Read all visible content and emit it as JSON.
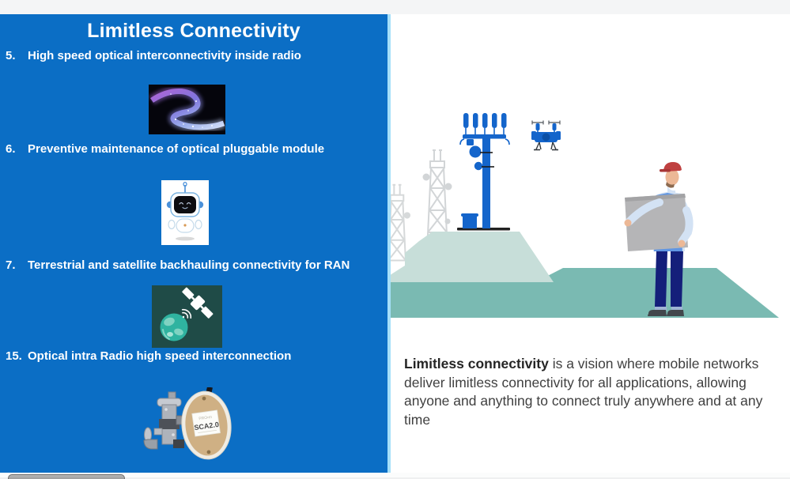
{
  "left_panel": {
    "title": "Limitless Connectivity",
    "items": [
      {
        "number": "5.",
        "label": "High speed optical interconnectivity inside radio"
      },
      {
        "number": "6.",
        "label": "Preventive maintenance of optical pluggable module"
      },
      {
        "number": "7.",
        "label": "Terrestrial and satellite backhauling connectivity for RAN"
      },
      {
        "number": "15.",
        "label": "Optical intra Radio high speed interconnection"
      }
    ],
    "module_label": "SCA2.0"
  },
  "right_panel": {
    "description_lead": "Limitless connectivity",
    "description_rest": " is a vision where mobile networks deliver limitless connectivity for all applications, allowing anyone and anything to connect truly anywhere and at any time"
  },
  "colors": {
    "panel_blue": "#0b6ec5",
    "divider_light_blue": "#a5dff9",
    "illustration_blue": "#1465cb",
    "ground_teal": "#7abab2",
    "hill_mint": "#c7ded9",
    "satellite_tile_bg": "#1f4b47",
    "worker_vest_blue": "#6096e3",
    "worker_cap_red": "#bf4040",
    "text_dark": "#404040"
  }
}
